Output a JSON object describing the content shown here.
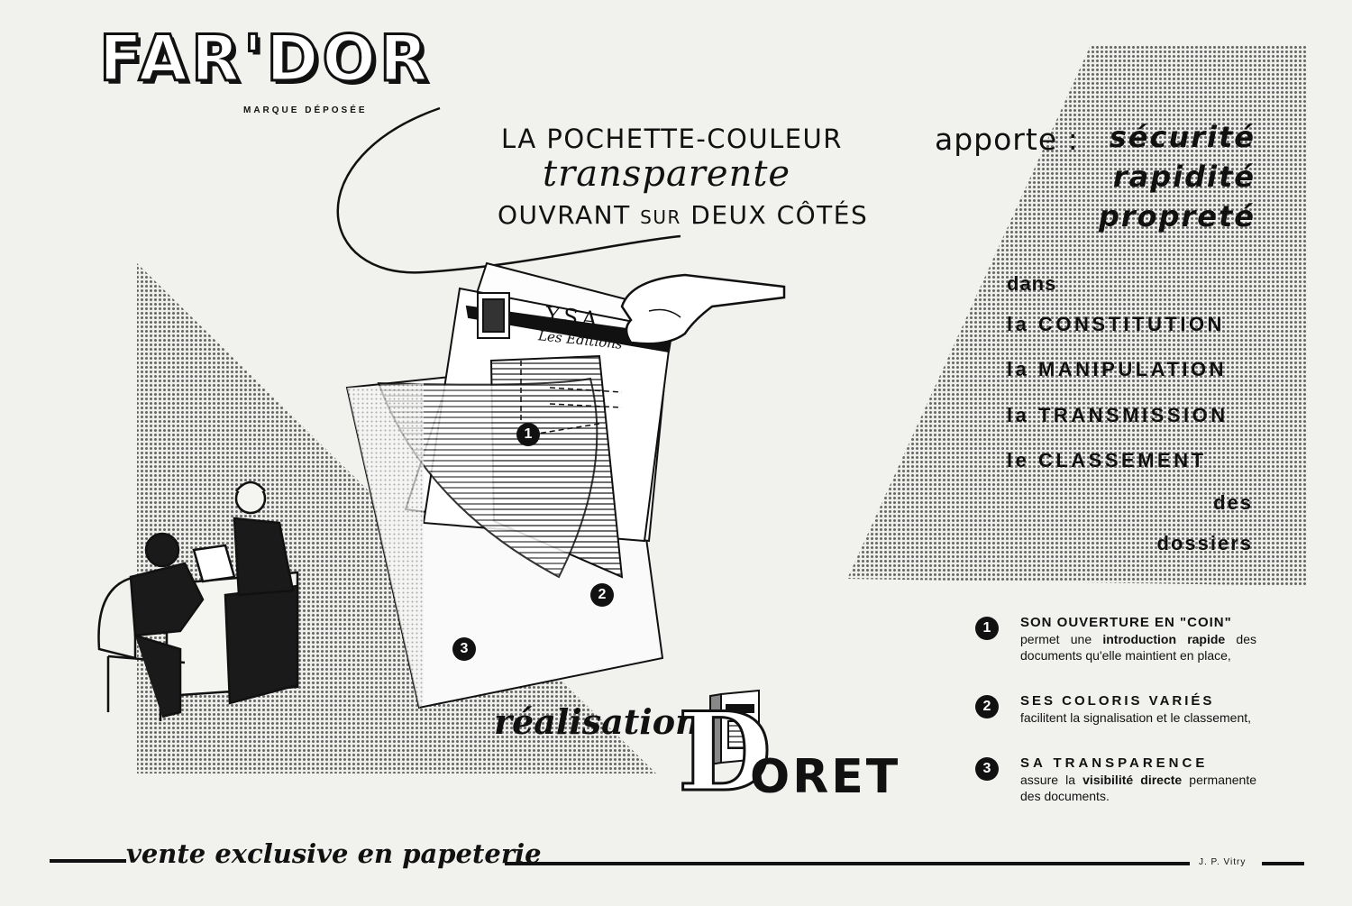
{
  "brand": {
    "name": "FAR'DOR",
    "tagline": "MARQUE DÉPOSÉE"
  },
  "headline": {
    "line1": "LA POCHETTE-COULEUR",
    "script": "transparente",
    "line3_a": "OUVRANT",
    "line3_b": "SUR",
    "line3_c": "DEUX CÔTÉS"
  },
  "benefits": {
    "intro": "apporte :",
    "items": [
      "sécurité",
      "rapidité",
      "propreté"
    ]
  },
  "uses": {
    "intro": "dans",
    "items": [
      "la CONSTITUTION",
      "la MANIPULATION",
      "la TRANSMISSION",
      "le CLASSEMENT"
    ],
    "outro": [
      "des",
      "dossiers"
    ]
  },
  "illustration": {
    "doc_title": "YSA",
    "doc_subtitle": "Les Editions",
    "markers": [
      "1",
      "2",
      "3"
    ]
  },
  "features": [
    {
      "num": "1",
      "title": "SON OUVERTURE EN \"COIN\"",
      "t1": "permet une ",
      "b1": "introduction rapide",
      "t2": " des documents qu'elle maintient en place,"
    },
    {
      "num": "2",
      "title": "SES COLORIS VARIÉS",
      "t1": "facilitent la signalisation et le classement,",
      "b1": "",
      "t2": ""
    },
    {
      "num": "3",
      "title": "SA TRANSPARENCE",
      "t1": "assure la ",
      "b1": "visibilité directe",
      "t2": " permanente des documents."
    }
  ],
  "maker": {
    "prefix": "réalisation",
    "initial": "D",
    "rest": "ORET"
  },
  "footer": {
    "slogan": "vente exclusive en papeterie",
    "credit": "J. P. Vitry"
  },
  "colors": {
    "ink": "#111111",
    "paper": "#f1f1ee"
  }
}
